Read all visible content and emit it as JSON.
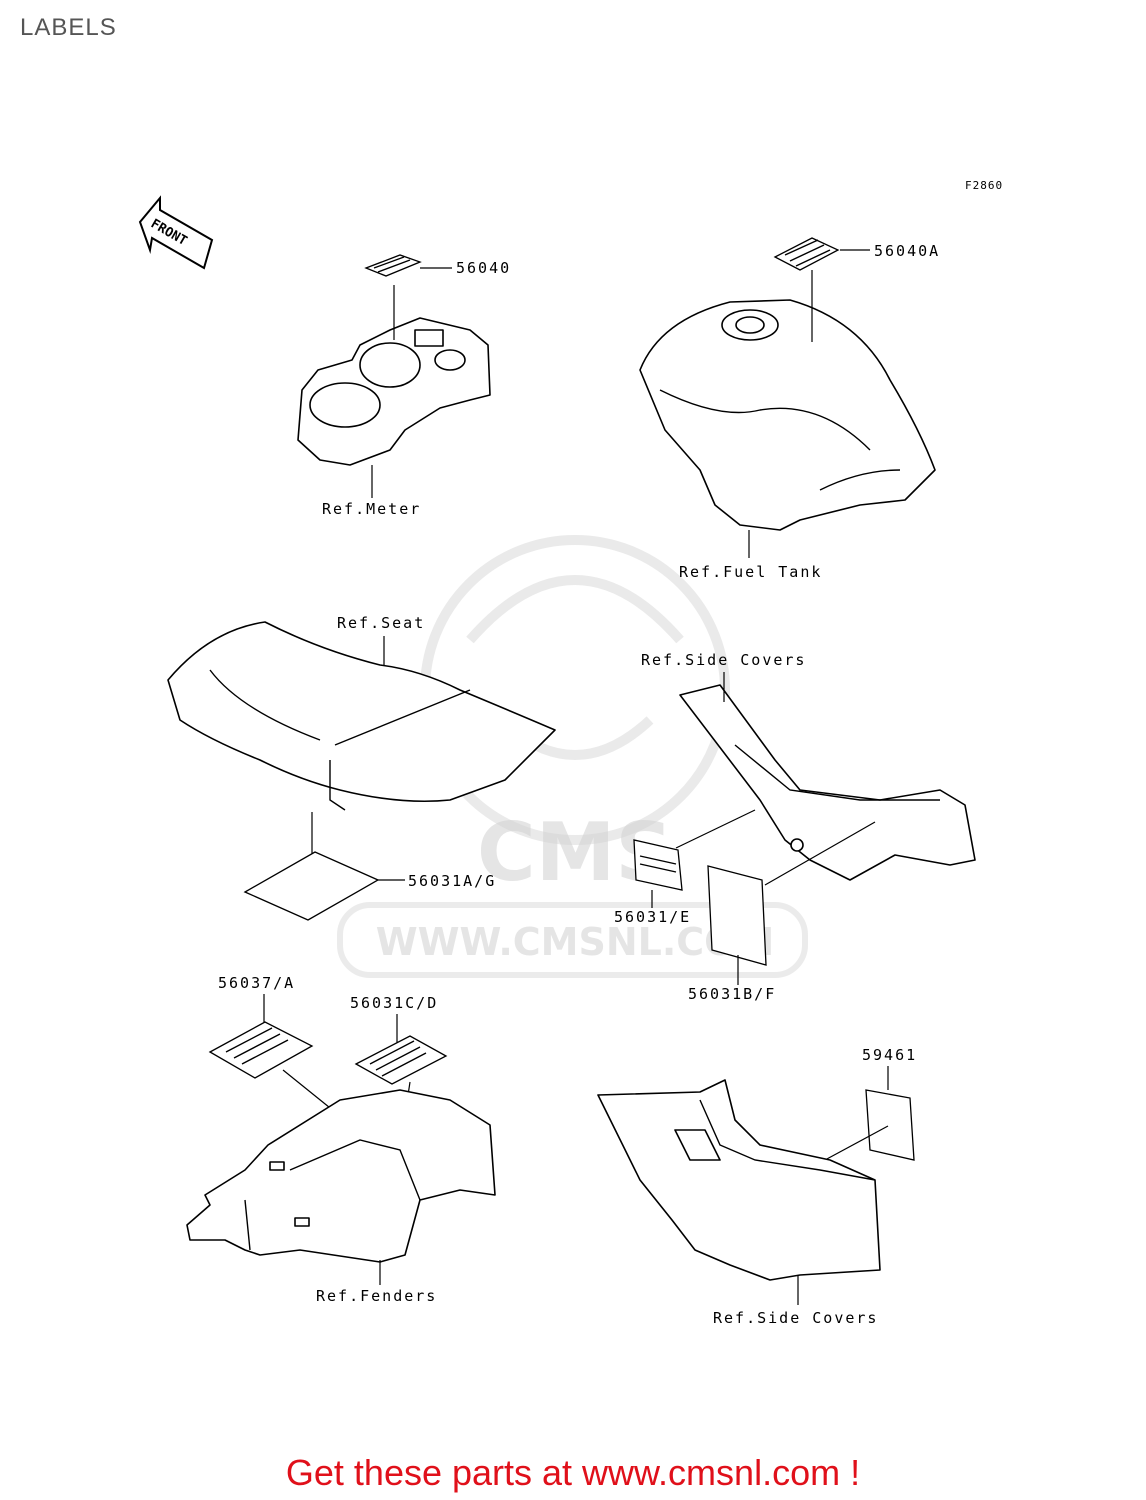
{
  "page": {
    "title": "LABELS"
  },
  "diagram": {
    "figure_code": "F2860",
    "front_arrow": "FRONT",
    "watermark": "WWW.CMSNL.COM",
    "watermark_logo": "CMS",
    "callouts": {
      "p56040": "56040",
      "p56040A": "56040A",
      "p56031AG": "56031A/G",
      "p56031E": "56031/E",
      "p56031BF": "56031B/F",
      "p56037A": "56037/A",
      "p56031CD": "56031C/D",
      "p59461": "59461"
    },
    "refs": {
      "meter": "Ref.Meter",
      "fuel_tank": "Ref.Fuel Tank",
      "seat": "Ref.Seat",
      "side_covers_top": "Ref.Side Covers",
      "fenders": "Ref.Fenders",
      "side_covers_bottom": "Ref.Side Covers"
    }
  },
  "footer": {
    "promo": "Get these parts at www.cmsnl.com !",
    "promo_color": "#e0101a"
  }
}
